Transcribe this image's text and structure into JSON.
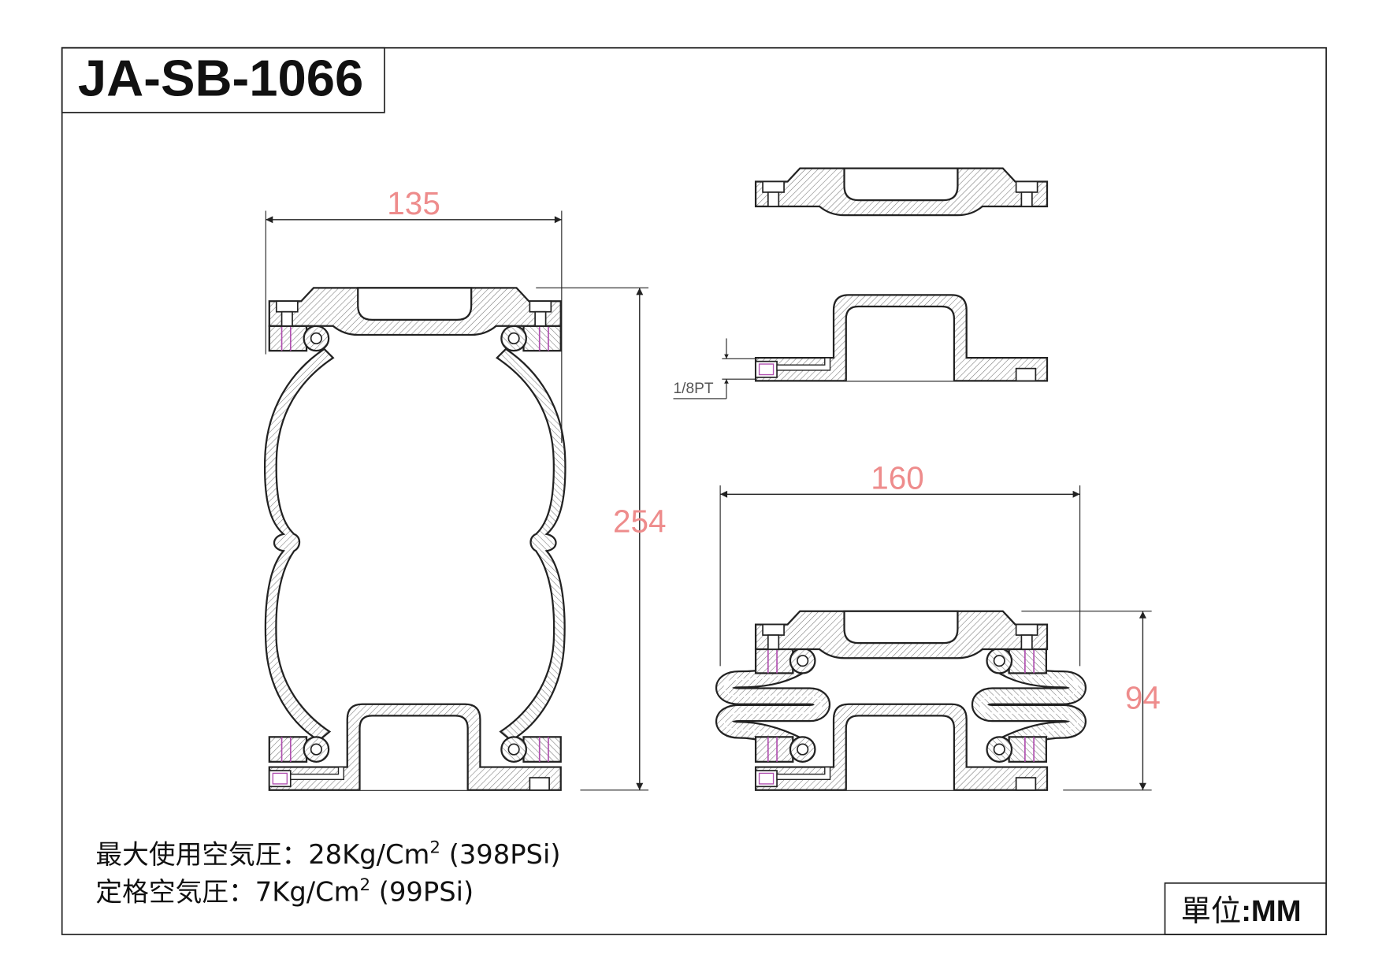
{
  "title": "JA-SB-1066",
  "dimensions": {
    "extended_width": "135",
    "extended_height": "254",
    "compressed_width": "160",
    "compressed_height": "94",
    "port_thread": "1/8PT"
  },
  "specs": [
    {
      "main": "最大使用空気圧：28Kg/Cm",
      "sup": "2",
      "suffix": " (398PSi)"
    },
    {
      "main": "定格空気圧：7Kg/Cm",
      "sup": "2",
      "suffix": " (99PSi)"
    }
  ],
  "unit": {
    "label": "單位",
    "value": ":MM"
  },
  "colors": {
    "outline": "#222222",
    "dimension_text": "#ee8c8c",
    "hatch": "#7a7a7a",
    "bolt": "#b050b0"
  }
}
